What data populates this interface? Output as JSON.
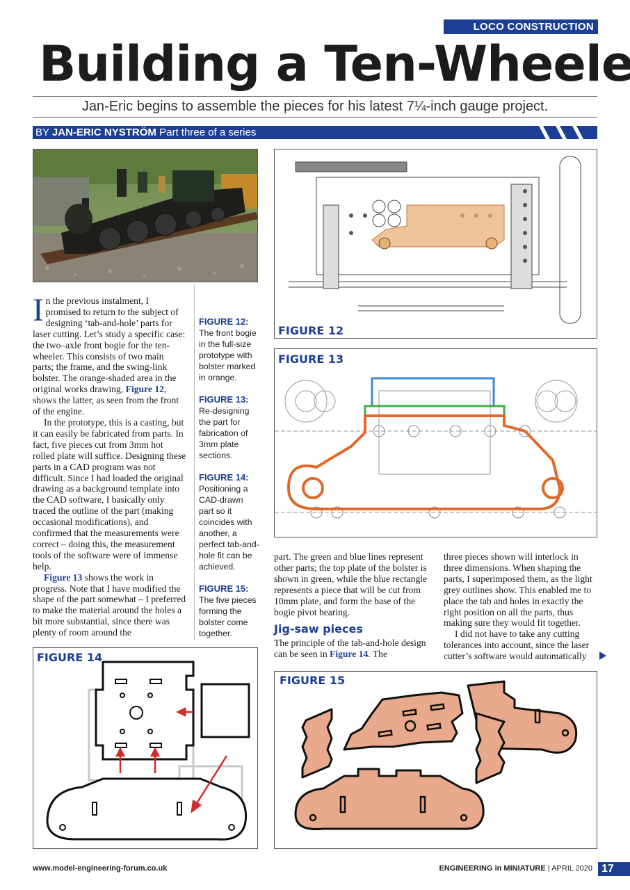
{
  "header": {
    "section_tag": "LOCO CONSTRUCTION",
    "title": "Building a Ten-Wheeler",
    "subtitle": "Jan-Eric begins to assemble the pieces for his latest 7¼-inch gauge project.",
    "byline_prefix": "BY",
    "byline_author": "JAN-ERIC NYSTRÖM",
    "byline_series": "Part three of a series"
  },
  "article": {
    "dropcap": "I",
    "p1_rest": "n the previous instalment, I promised to return to the subject of designing ‘tab-and-hole’ parts for laser cutting. Let’s study a specific case: the two–axle front bogie for the ten-wheeler. This consists of two main parts; the frame, and the swing-link bolster. The orange-shaded area in the original works drawing, ",
    "p1_ref": "Figure 12",
    "p1_end": ", shows the latter, as seen from the front of the engine.",
    "p2": "In the prototype, this is a casting, but it can easily be fabricated from parts. In fact, five pieces cut from 3mm hot rolled plate will suffice. Designing these parts in a CAD program was not difficult. Since I had loaded the original drawing as a background template into the CAD software, I basically only traced the outline of the part (making occasional modifications), and confirmed that the measurements were correct – doing this, the measurement tools of the software were of immense help.",
    "p3_ref": "Figure 13",
    "p3_rest": " shows the work in progress. Note that I have modified the shape of the part somewhat – I preferred to make the material around the holes a bit more substantial, since there was plenty of room around the",
    "p4": "part. The green and blue lines represent other parts; the top plate of the bolster is shown in green, while the blue rectangle represents a piece that will be cut from 10mm plate, and form the base of the bogie pivot bearing.",
    "subhead": "Jig-saw pieces",
    "p5_start": "The principle of the tab-and-hole design can be seen in ",
    "p5_ref": "Figure 14",
    "p5_end": ". The",
    "p6": "three pieces shown will interlock in three dimensions. When shaping the parts, I superimposed them, as the light grey outlines show. This enabled me to place the tab and holes in exactly the right position on all the parts, thus making sure they would fit together.",
    "p7": "I did not have to take any cutting tolerances into account, since the laser cutter’s software would automatically"
  },
  "captions": [
    {
      "head": "FIGURE 12:",
      "text": "The front bogie in the full-size prototype with bolster marked in orange."
    },
    {
      "head": "FIGURE 13:",
      "text": "Re-designing the part for fabrication of 3mm plate sections."
    },
    {
      "head": "FIGURE 14:",
      "text": "Positioning a CAD-drawn part so it coincides with another, a perfect tab-and-hole fit can be achieved."
    },
    {
      "head": "FIGURE 15:",
      "text": "The five pieces forming the bolster come together."
    }
  ],
  "figures": {
    "fig12_label": "FIGURE 12",
    "fig13_label": "FIGURE 13",
    "fig14_label": "FIGURE 14",
    "fig15_label": "FIGURE 15"
  },
  "footer": {
    "url": "www.model-engineering-forum.co.uk",
    "magazine_bold": "ENGINEERING in MINIATURE",
    "issue": " | APRIL 2020",
    "page_number": "17"
  },
  "colors": {
    "accent": "#1d3f93",
    "orange_part": "#e06a2a",
    "copper": "#e9a98c"
  }
}
